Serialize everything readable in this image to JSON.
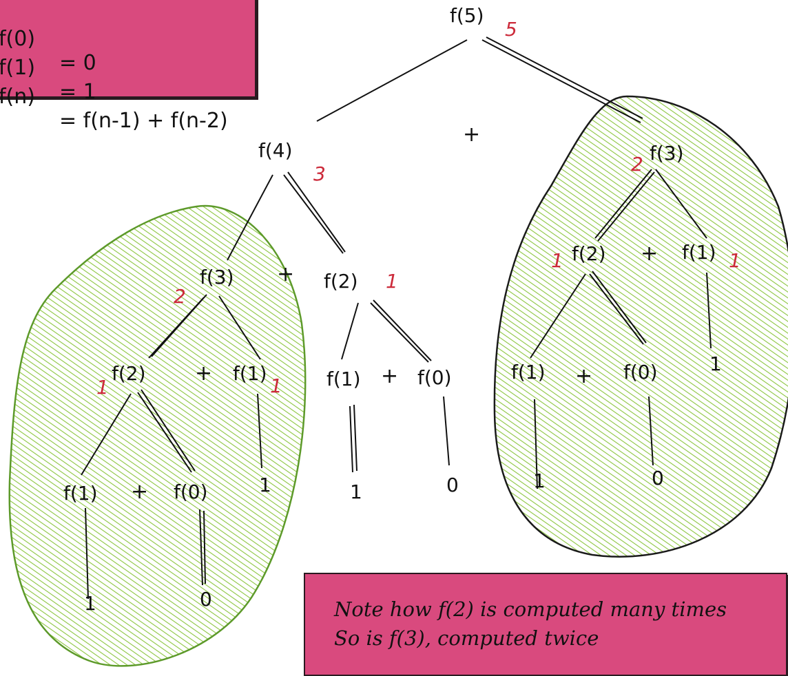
{
  "definition": [
    {
      "lhs": "f(0)",
      "rhs": "= 0"
    },
    {
      "lhs": "f(1)",
      "rhs": "= 1"
    },
    {
      "lhs": "f(n)",
      "rhs": "= f(n-1) + f(n-2)"
    }
  ],
  "note": {
    "line1": "Note how f(2) is computed many times",
    "line2": "So is f(3), computed twice"
  },
  "colors": {
    "box_fill": "#d94a7e",
    "blob_hatch": "#8cc63f",
    "blob_outline_left": "#5d9a2a",
    "blob_outline_right": "#1a1a1a",
    "annotation": "#cc2a3a",
    "ink": "#111111"
  },
  "tree": {
    "nodes": [
      {
        "id": "f5",
        "label": "f(5)",
        "value": "5"
      },
      {
        "id": "f4",
        "label": "f(4)",
        "value": "3"
      },
      {
        "id": "f3r",
        "label": "f(3)",
        "value": "2"
      },
      {
        "id": "f2r",
        "label": "f(2)",
        "value": "1"
      },
      {
        "id": "f1r",
        "label": "f(1)",
        "value": "1"
      },
      {
        "id": "f1rl",
        "label": "f(1)"
      },
      {
        "id": "f0rl",
        "label": "f(0)"
      },
      {
        "id": "f3l",
        "label": "f(3)",
        "value": "2"
      },
      {
        "id": "f2m",
        "label": "f(2)",
        "value": "1"
      },
      {
        "id": "f2l",
        "label": "f(2)",
        "value": "1"
      },
      {
        "id": "f1l",
        "label": "f(1)",
        "value": "1"
      },
      {
        "id": "f1ll",
        "label": "f(1)"
      },
      {
        "id": "f0ll",
        "label": "f(0)"
      },
      {
        "id": "f1m",
        "label": "f(1)"
      },
      {
        "id": "f0m",
        "label": "f(0)"
      }
    ],
    "leaves": [
      {
        "id": "leaf-r-f1",
        "value": "1"
      },
      {
        "id": "leaf-r-f1a",
        "value": "1"
      },
      {
        "id": "leaf-r-f0",
        "value": "0"
      },
      {
        "id": "leaf-l-f1",
        "value": "1"
      },
      {
        "id": "leaf-l-f1a",
        "value": "1"
      },
      {
        "id": "leaf-l-f0",
        "value": "0"
      },
      {
        "id": "leaf-m-f1",
        "value": "1"
      },
      {
        "id": "leaf-m-f0",
        "value": "0"
      }
    ],
    "plus": "+"
  }
}
